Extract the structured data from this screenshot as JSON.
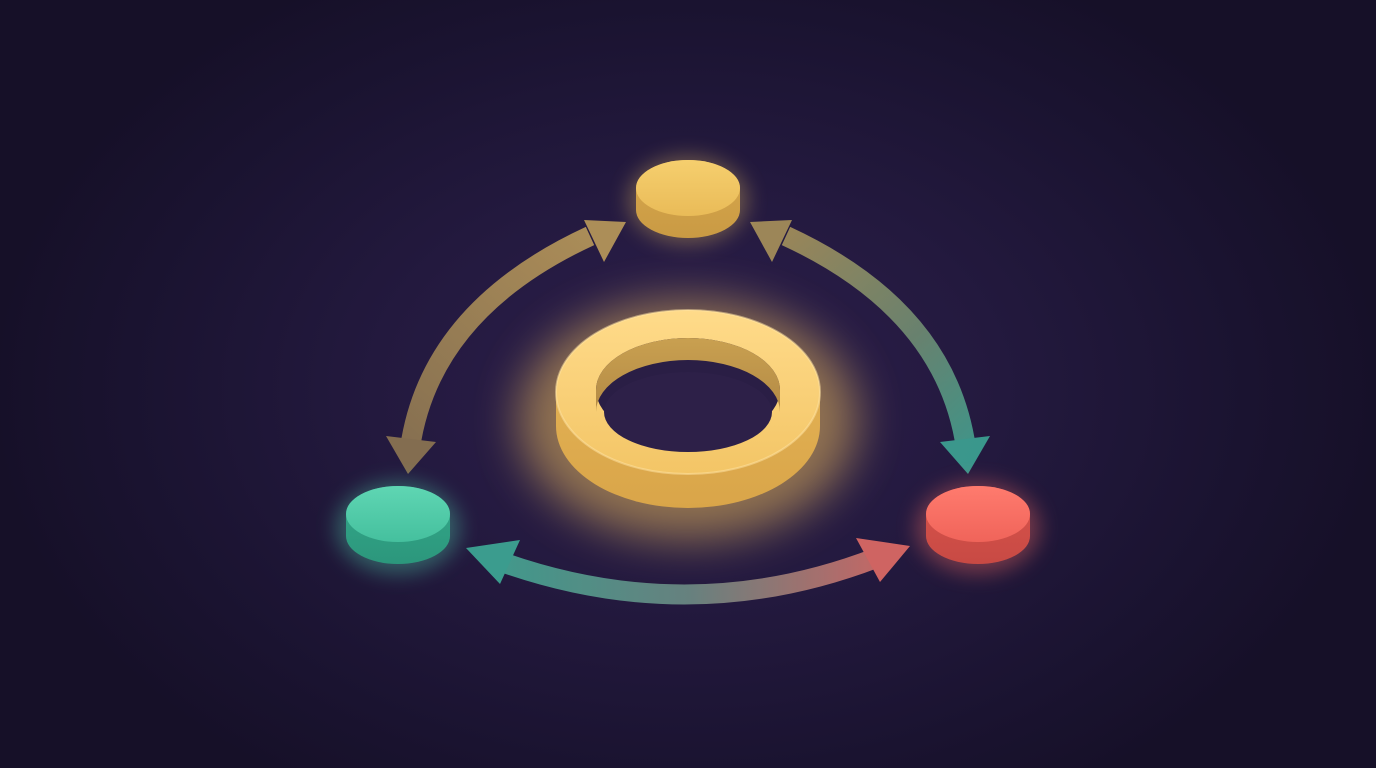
{
  "colors": {
    "background": "#231a3e",
    "hub": "#f2c86a",
    "node_top": "#efc35e",
    "node_left": "#4fc9a6",
    "node_right": "#f26a60",
    "arrow_gold": "#a38a55",
    "arrow_teal": "#4aa393",
    "arrow_coral": "#d96b66"
  },
  "diagram": {
    "hub": {
      "icon": "ring-icon"
    },
    "nodes": [
      {
        "id": "top",
        "icon": "disc-icon",
        "color": "#efc35e"
      },
      {
        "id": "left",
        "icon": "disc-icon",
        "color": "#4fc9a6"
      },
      {
        "id": "right",
        "icon": "disc-icon",
        "color": "#f26a60"
      }
    ],
    "connections": [
      {
        "from": "top",
        "to": "left",
        "direction": "bidirectional"
      },
      {
        "from": "top",
        "to": "right",
        "direction": "bidirectional"
      },
      {
        "from": "left",
        "to": "right",
        "direction": "bidirectional"
      }
    ]
  }
}
